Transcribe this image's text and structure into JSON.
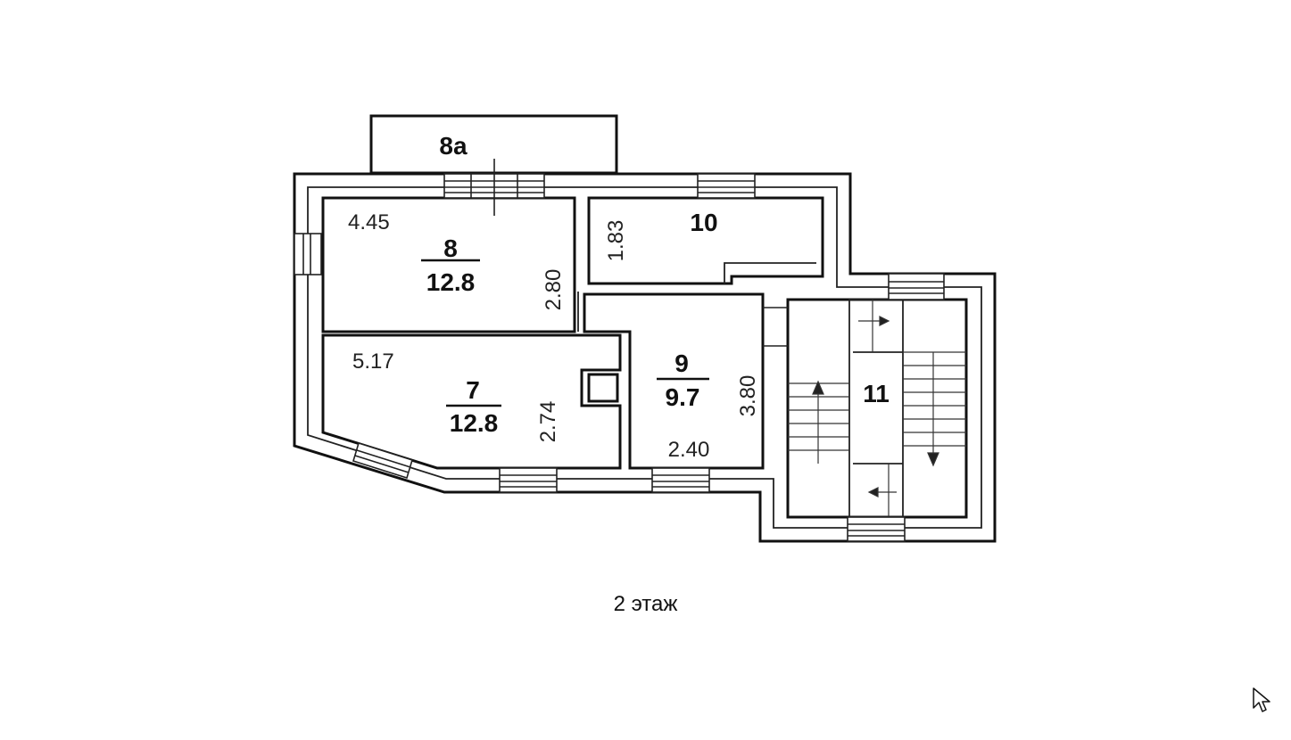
{
  "floor_label": "2 этаж",
  "rooms": {
    "r8a": {
      "number": "8а"
    },
    "r8": {
      "number": "8",
      "area": "12.8",
      "dim_top": "4.45",
      "dim_side": "2.80"
    },
    "r10": {
      "number": "10",
      "dim_side": "1.83"
    },
    "r7": {
      "number": "7",
      "area": "12.8",
      "dim_top": "5.17",
      "dim_side": "2.74"
    },
    "r9": {
      "number": "9",
      "area": "9.7",
      "dim_side": "3.80",
      "dim_bottom": "2.40"
    },
    "r11": {
      "number": "11"
    }
  },
  "icons": {
    "cursor": "mouse-pointer-icon"
  },
  "colors": {
    "line": "#111111",
    "background": "#ffffff"
  }
}
